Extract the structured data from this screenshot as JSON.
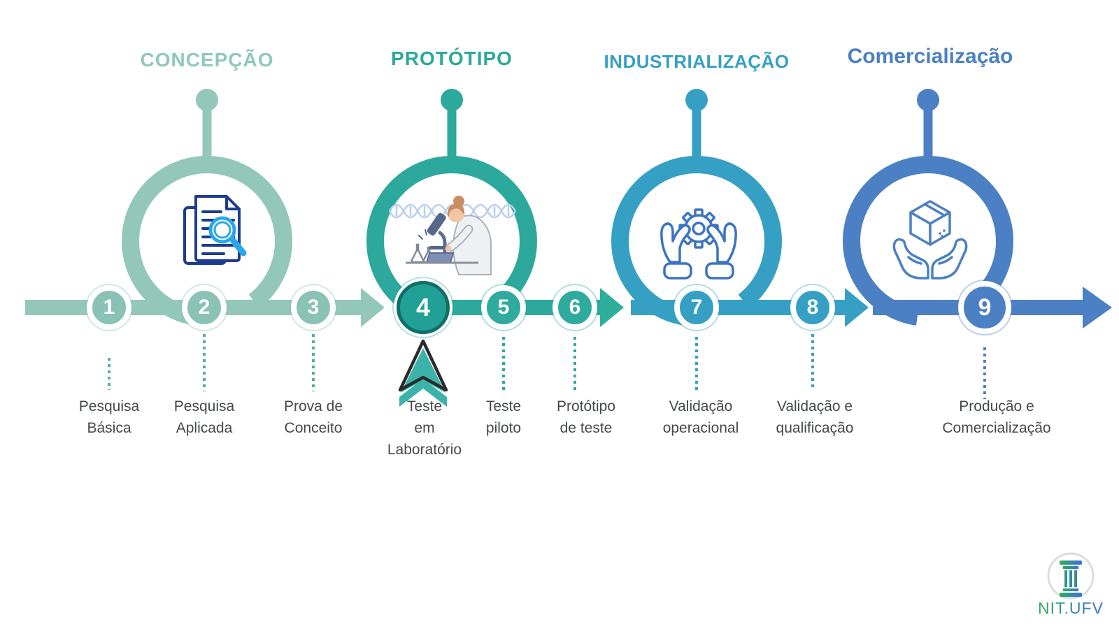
{
  "canvas": {
    "background": "#ffffff"
  },
  "phases": [
    {
      "title": "CONCEPÇÃO",
      "color": "#8ec9bc",
      "band_color": "#92c7ba",
      "icon": "document-magnifier-icon"
    },
    {
      "title": "PROTÓTIPO",
      "color": "#2ca89c",
      "band_color": "#2ca89c",
      "icon": "scientist-microscope-icon"
    },
    {
      "title": "INDUSTRIALIZAÇÃO",
      "color": "#36a0c4",
      "band_color": "#36a0c4",
      "icon": "hands-gear-icon"
    },
    {
      "title": "Comercialização",
      "color": "#4b80c4",
      "band_color": "#4b80c4",
      "icon": "hands-box-icon"
    }
  ],
  "steps": [
    {
      "number": "1",
      "label_lines": [
        "Pesquisa",
        "Básica"
      ]
    },
    {
      "number": "2",
      "label_lines": [
        "Pesquisa",
        "Aplicada"
      ]
    },
    {
      "number": "3",
      "label_lines": [
        "Prova de",
        "Conceito"
      ]
    },
    {
      "number": "4",
      "label_lines": [
        "Teste",
        "em",
        "Laboratório"
      ],
      "highlighted": true,
      "marker": "up-arrow-marker"
    },
    {
      "number": "5",
      "label_lines": [
        "Teste",
        "piloto"
      ]
    },
    {
      "number": "6",
      "label_lines": [
        "Protótipo",
        "de teste"
      ]
    },
    {
      "number": "7",
      "label_lines": [
        "Validação",
        "operacional"
      ]
    },
    {
      "number": "8",
      "label_lines": [
        "Validação e",
        "qualificação"
      ]
    },
    {
      "number": "9",
      "label_lines": [
        "Produção e",
        "Comercialização"
      ]
    }
  ],
  "logo": {
    "text": "NIT.UFV",
    "icon": "greek-column-icon",
    "gradient_start": "#2fae57",
    "gradient_end": "#3a6fe0"
  },
  "colors": {
    "label_text": "#45494c",
    "step4_fill": "#21a096",
    "step4_border": "#116e68",
    "marker_fill": "#3bb3a8",
    "marker_outline": "#2b2b2b",
    "doc_icon_navy": "#1d3c91",
    "doc_icon_lightblue": "#2aa7e8",
    "hands_gear_blue": "#3b74c4",
    "hands_box_blue": "#4b80c4",
    "dna_lightblue": "#b9cfec"
  }
}
